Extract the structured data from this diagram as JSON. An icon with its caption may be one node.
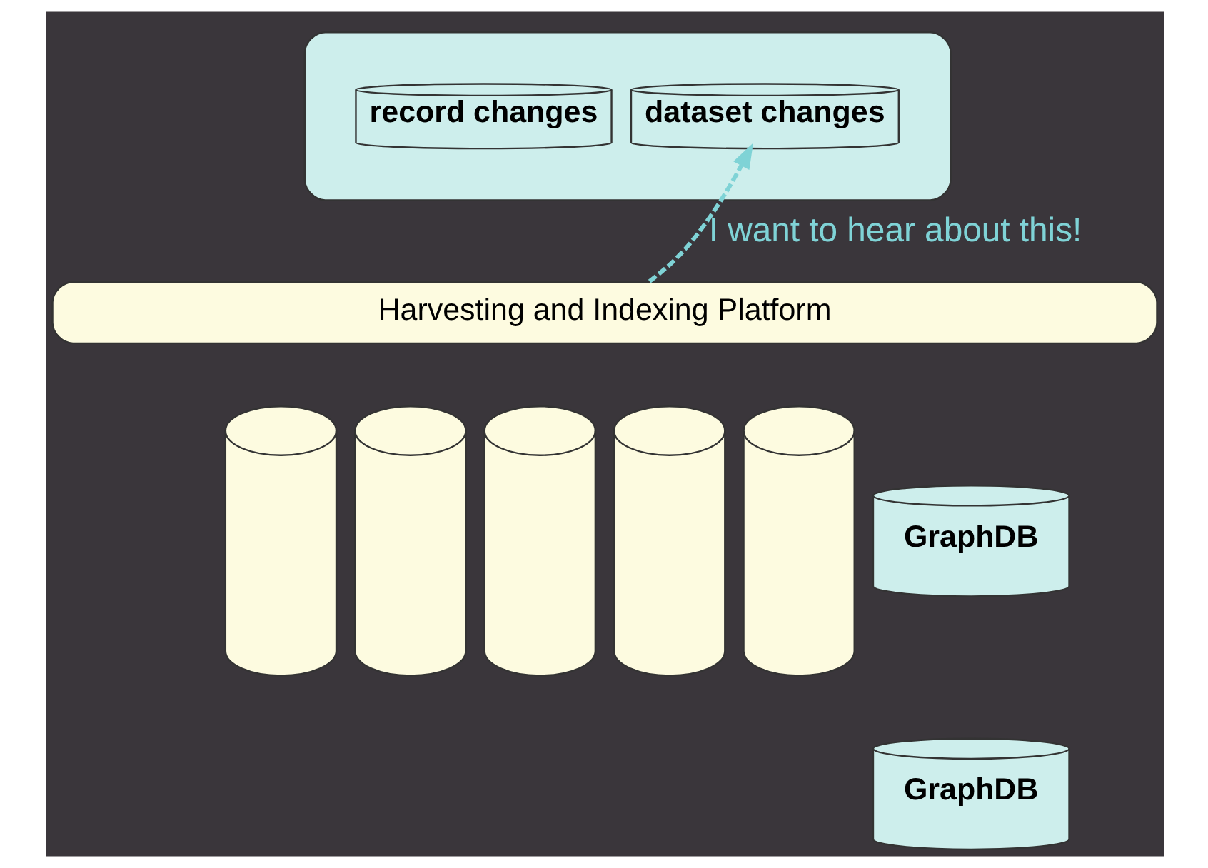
{
  "diagram": {
    "nodes": [
      {
        "text": [],
        "shape": "cylinder"
      },
      {
        "text": [
          "record changes"
        ],
        "in": 0
      },
      {
        "text": [
          "dataset changes"
        ],
        "in": 0
      },
      {
        "text": [
          "Harvesting and Indexing Platform"
        ]
      },
      {
        "text": [],
        "shape": "cylinder"
      },
      {
        "text": [],
        "shape": "cylinder"
      },
      {
        "text": [],
        "shape": "cylinder"
      },
      {
        "text": [],
        "shape": "cylinder"
      },
      {
        "text": [],
        "shape": "cylinder"
      },
      {
        "text": [
          "GraphDB"
        ]
      },
      {
        "text": [
          "GraphDB"
        ]
      }
    ],
    "edges": [
      {
        "from": 3,
        "to": 2,
        "arrow": "to",
        "style": "dashed",
        "color": "#7fd3d6",
        "label": "I want to hear about this!"
      }
    ]
  }
}
